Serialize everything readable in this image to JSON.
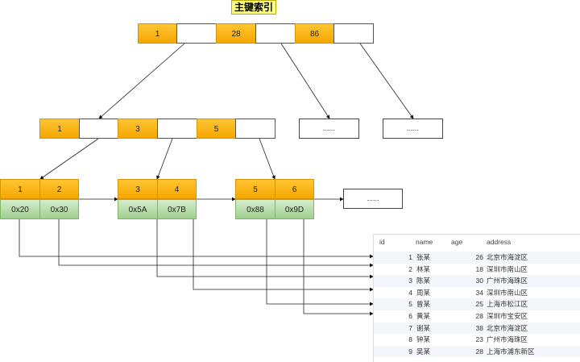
{
  "title": "主键索引",
  "root": [
    "1",
    "28",
    "86"
  ],
  "level2": [
    "1",
    "3",
    "5"
  ],
  "level2_more": [
    "......",
    "......"
  ],
  "leaves": [
    {
      "keys": [
        "1",
        "2"
      ],
      "addrs": [
        "0x20",
        "0x30"
      ]
    },
    {
      "keys": [
        "3",
        "4"
      ],
      "addrs": [
        "0x5A",
        "0x7B"
      ]
    },
    {
      "keys": [
        "5",
        "6"
      ],
      "addrs": [
        "0x88",
        "0x9D"
      ]
    }
  ],
  "leaf_more": "......",
  "table": {
    "headers": [
      "id",
      "name",
      "age",
      "address"
    ],
    "rows": [
      [
        "1",
        "张某",
        "26",
        "北京市海淀区"
      ],
      [
        "2",
        "林某",
        "18",
        "深圳市南山区"
      ],
      [
        "3",
        "陈某",
        "30",
        "广州市海珠区"
      ],
      [
        "4",
        "周某",
        "34",
        "深圳市南山区"
      ],
      [
        "5",
        "曾某",
        "25",
        "上海市松江区"
      ],
      [
        "6",
        "黄某",
        "28",
        "深圳市宝安区"
      ],
      [
        "7",
        "谢某",
        "38",
        "北京市海淀区"
      ],
      [
        "8",
        "钟某",
        "23",
        "广州市海珠区"
      ],
      [
        "9",
        "吴某",
        "28",
        "上海市浦东新区"
      ]
    ]
  }
}
